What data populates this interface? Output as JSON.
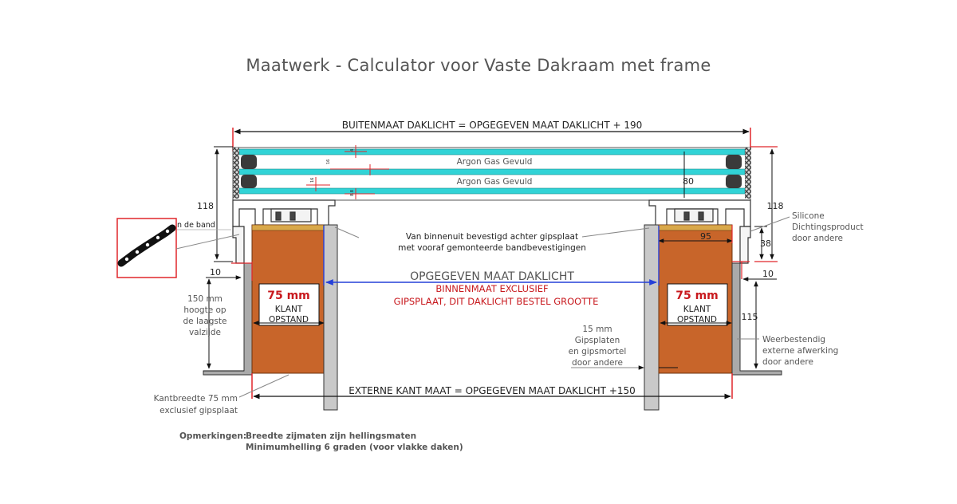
{
  "title": "Maatwerk - Calculator voor Vaste Dakraam met frame",
  "colors": {
    "glass": "#31d3d6",
    "upstand": "#c8652a",
    "dimension_red": "#e0262b",
    "dimension_black": "#111111",
    "blue_line": "#2540d9",
    "label_red": "#c8191e"
  },
  "dimensions": {
    "outer_top": "BUITENMAAT DAKLICHT = OPGEGEVEN MAAT DAKLICHT + 190",
    "outer_bottom": "EXTERNE KANT MAAT = OPGEGEVEN MAAT DAKLICHT +150",
    "left_height": "118",
    "right_height": "118",
    "inner_80": "80",
    "inner_95": "95",
    "right_38": "38",
    "left_10": "10",
    "right_10": "10",
    "right_115": "115"
  },
  "glass": {
    "gas_label_1": "Argon Gas Gevuld",
    "gas_label_2": "Argon Gas Gevuld"
  },
  "center": {
    "main_label": "OPGEGEVEN MAAT DAKLICHT",
    "sub_label_1": "BINNENMAAT EXCLUSIEF",
    "sub_label_2": "GIPSPLAAT, DIT DAKLICHT BESTEL GROOTTE"
  },
  "upstand_left": {
    "size": "75 mm",
    "line1": "KLANT",
    "line2": "OPSTAND"
  },
  "upstand_right": {
    "size": "75 mm",
    "line1": "KLANT",
    "line2": "OPSTAND"
  },
  "annotations": {
    "band": "n de band",
    "mounting_1": "Van binnenuit bevestigd achter gipsplaat",
    "mounting_2": "met vooraf gemonteerde bandbevestigingen",
    "silicone_1": "Silicone",
    "silicone_2": "Dichtingsproduct",
    "silicone_3": "door andere",
    "height_1": "150 mm",
    "height_2": "hoogte op",
    "height_3": "de laagste",
    "height_4": "valzijde",
    "gips_1": "15 mm",
    "gips_2": "Gipsplaten",
    "gips_3": "en gipsmortel",
    "gips_4": "door andere",
    "weather_1": "Weerbestendig",
    "weather_2": "externe afwerking",
    "weather_3": "door andere",
    "kant_1": "Kantbreedte 75 mm",
    "kant_2": "exclusief gipsplaat"
  },
  "remarks": {
    "label": "Opmerkingen:",
    "line1": "Breedte zijmaten zijn hellingsmaten",
    "line2": "Minimumhelling 6 graden (voor vlakke daken)"
  }
}
